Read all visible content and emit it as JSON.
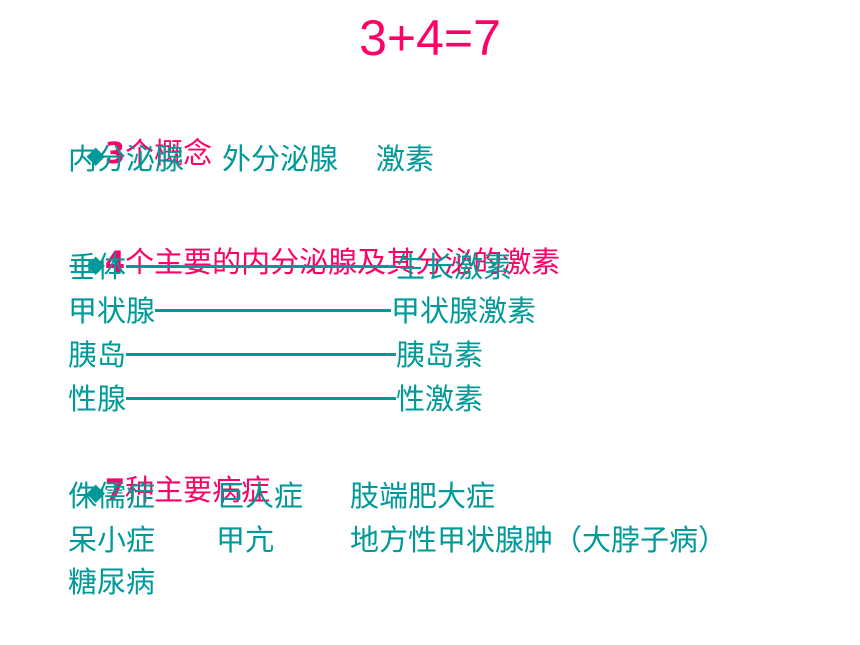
{
  "title": "3+4=7",
  "section1": {
    "bullet": "◆",
    "num": "3",
    "heading": "个概念",
    "items": [
      "内分泌腺",
      "外分泌腺",
      "激素"
    ]
  },
  "section2": {
    "bullet": "◆",
    "num": "4",
    "heading": "个主要的内分泌腺及其分泌的激素",
    "pairs": [
      {
        "gland": "垂体",
        "hormone": "生长激素"
      },
      {
        "gland": "甲状腺",
        "hormone": "甲状腺激素"
      },
      {
        "gland": "胰岛",
        "hormone": "胰岛素"
      },
      {
        "gland": "性腺",
        "hormone": "性激素"
      }
    ]
  },
  "section3": {
    "bullet": "◆",
    "num": "7",
    "heading": "种主要病症",
    "row1": [
      "侏儒症",
      "巨人症",
      "肢端肥大症"
    ],
    "row2": [
      "呆小症",
      "甲亢",
      "地方性甲状腺肿（大脖子病）"
    ],
    "row3": [
      "糖尿病"
    ]
  },
  "colors": {
    "accent": "#ff0066",
    "text": "#009999"
  }
}
